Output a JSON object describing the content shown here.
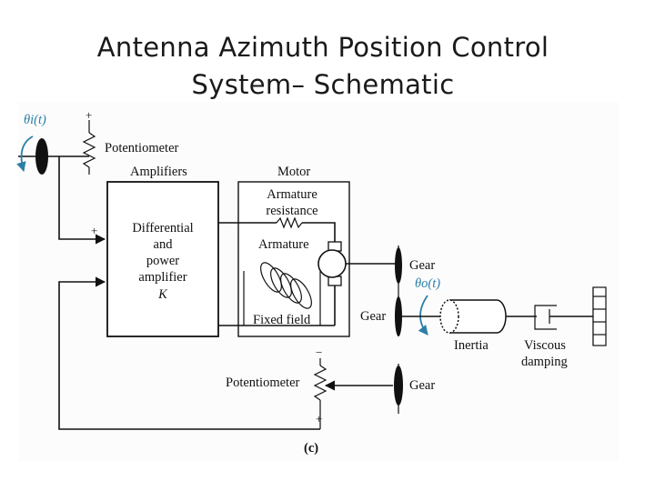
{
  "slide": {
    "title_line1": "Antenna Azimuth Position Control",
    "title_line2": "System– Schematic"
  },
  "schematic": {
    "theta_i": "θi(t)",
    "theta_o": "θo(t)",
    "plus": "+",
    "minus": "−",
    "potentiometer_input": "Potentiometer",
    "amplifiers": "Amplifiers",
    "motor": "Motor",
    "amp_line1": "Differential",
    "amp_line2": "and",
    "amp_line3": "power",
    "amp_line4": "amplifier",
    "amp_gain": "K",
    "armature_resistance_1": "Armature",
    "armature_resistance_2": "resistance",
    "armature": "Armature",
    "fixed_field": "Fixed field",
    "gear_top": "Gear",
    "gear_motor": "Gear",
    "gear_bottom": "Gear",
    "inertia": "Inertia",
    "viscous_1": "Viscous",
    "viscous_2": "damping",
    "potentiometer_output": "Potentiometer",
    "figure_label": "(c)"
  }
}
